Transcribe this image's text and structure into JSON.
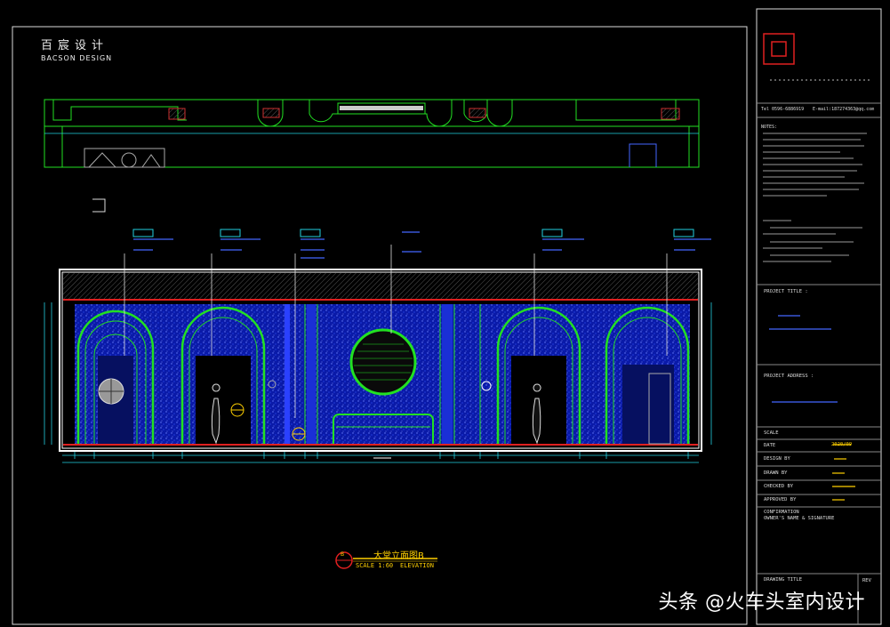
{
  "brand": {
    "cn": "百宸设计",
    "en": "BACSON DESIGN"
  },
  "title_block": {
    "tel": "Tel 0596-6886919",
    "email": "E-mail:187274363@qq.com",
    "notes_title": "NOTES:",
    "project_title_label": "PROJECT TITLE :",
    "project_address_label": "PROJECT ADDRESS :",
    "scale_label": "SCALE",
    "date_label": "DATE",
    "date_value": "2020/09",
    "design_by_label": "DESIGN BY",
    "drawn_by_label": "DRAWN BY",
    "checked_by_label": "CHECKED BY",
    "approved_by_label": "APPROVED BY",
    "owner_label_1": "CONFIRMATION",
    "owner_label_2": "OWNER'S NAME & SIGNATURE",
    "drawing_title_label": "DRAWING TITLE",
    "rev_label": "REV"
  },
  "caption": {
    "number": "B",
    "title": "大堂立面图B",
    "scale": "SCALE 1:60",
    "elevation": "ELEVATION"
  },
  "watermark": "头条 @火车头室内设计",
  "colors": {
    "line_green": "#22e022",
    "frame_white": "#ffffff",
    "fill_blue": "#1a2fd6",
    "dim_cyan": "#22d0e0",
    "accent_red": "#e02020",
    "tag_yellow": "#ffd000"
  }
}
